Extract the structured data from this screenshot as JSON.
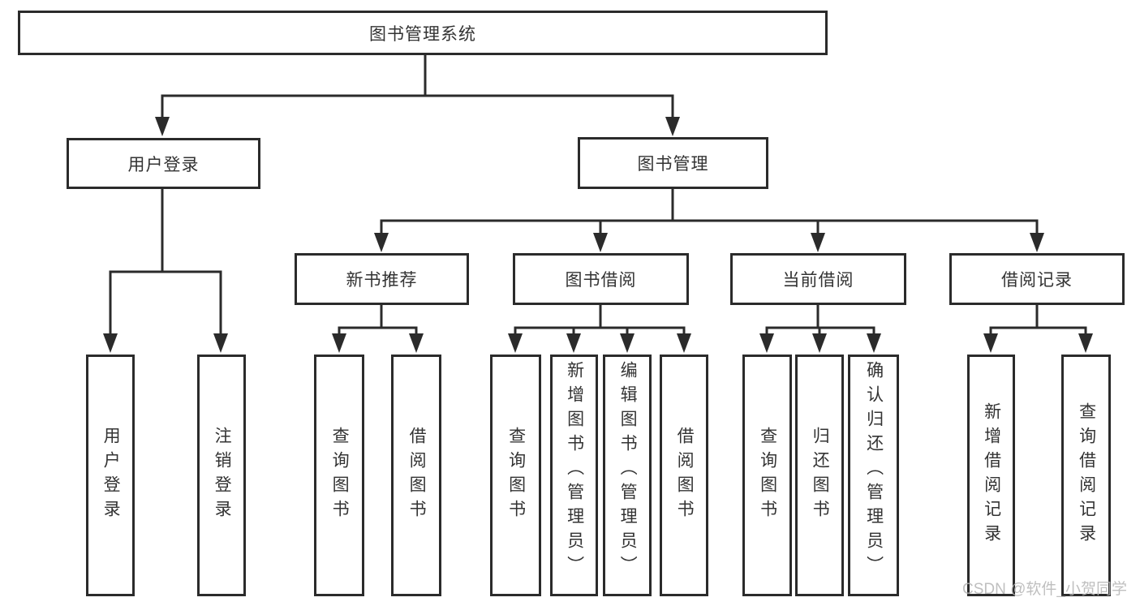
{
  "title": "图书管理系统",
  "root": {
    "label": "图书管理系统"
  },
  "user_login": {
    "label": "用户登录",
    "children": [
      "用户登录",
      "注销登录"
    ]
  },
  "book_mgmt": {
    "label": "图书管理"
  },
  "new_book_rec": {
    "label": "新书推荐",
    "children": [
      "查询图书",
      "借阅图书"
    ]
  },
  "book_borrow": {
    "label": "图书借阅",
    "children": [
      "查询图书",
      "新增图书（管理员）",
      "编辑图书（管理员）",
      "借阅图书"
    ]
  },
  "current_borrow": {
    "label": "当前借阅",
    "children": [
      "查询图书",
      "归还图书",
      "确认归还（管理员）"
    ]
  },
  "borrow_record": {
    "label": "借阅记录",
    "children": [
      "新增借阅记录",
      "查询借阅记录"
    ]
  },
  "watermark": "CSDN @软件_小贺同学",
  "colors": {
    "line": "#2b2b2b",
    "text": "#333333",
    "watermark": "#b5b5b5",
    "background": "#ffffff"
  }
}
